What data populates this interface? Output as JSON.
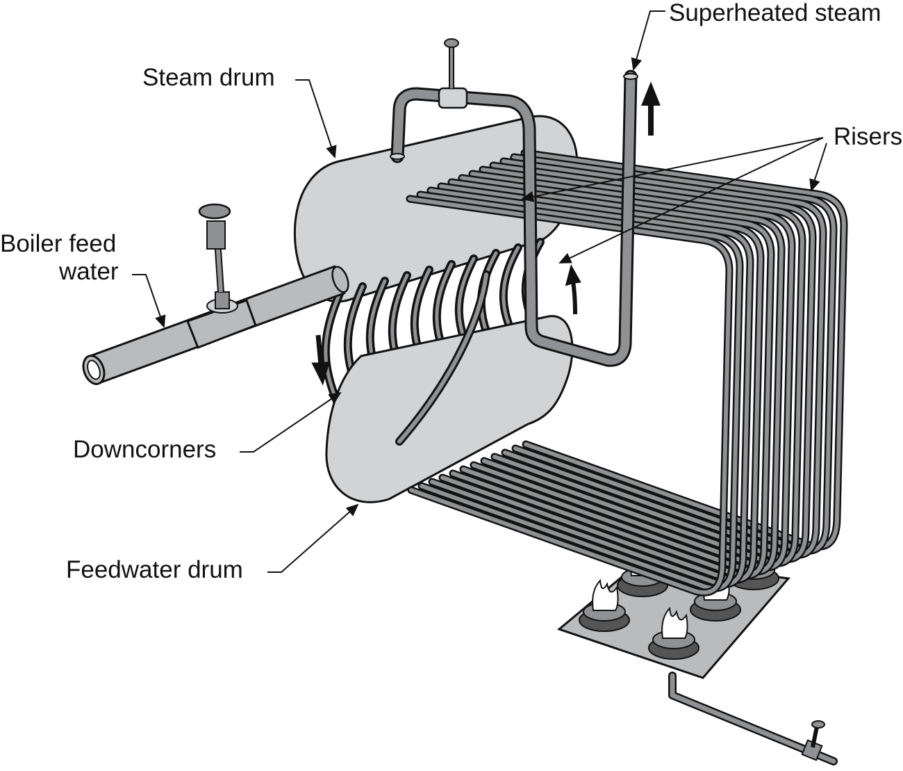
{
  "title": "Water-tube boiler diagram",
  "labels": {
    "superheated_steam": "Superheated steam",
    "steam_drum": "Steam drum",
    "risers": "Risers",
    "boiler_feed_line1": "Boiler feed",
    "boiler_feed_line2": "water",
    "downcorners": "Downcorners",
    "feedwater_drum": "Feedwater drum"
  },
  "colors": {
    "drum": "#d1d3d4",
    "pipe": "#8f9194",
    "outline": "#111111"
  },
  "riser_tube_count": 12,
  "downcomer_count": 10,
  "burner_count": 6
}
